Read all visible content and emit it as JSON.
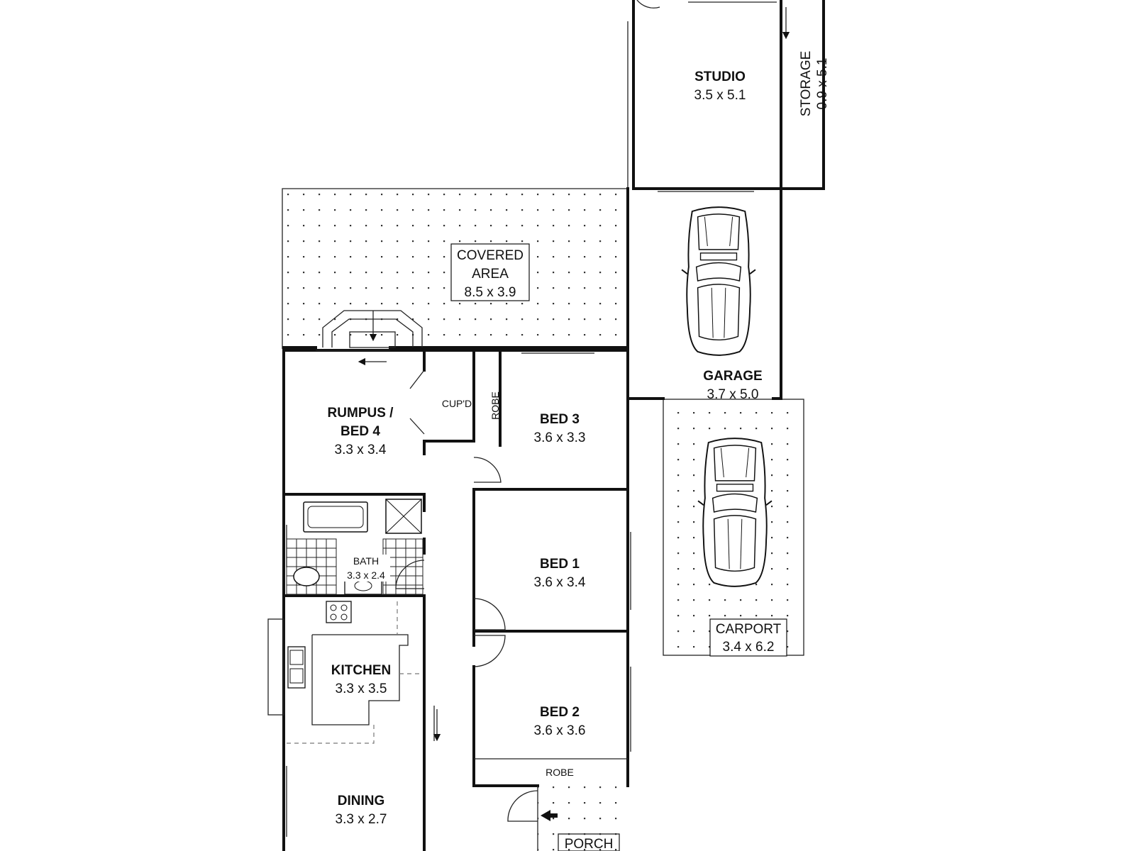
{
  "rooms": {
    "studio": {
      "name": "STUDIO",
      "dims": "3.5 x 5.1"
    },
    "storage": {
      "name": "STORAGE",
      "dims": "0.9 x 5.1"
    },
    "covered": {
      "line1": "COVERED",
      "line2": "AREA",
      "dims": "8.5 x 3.9"
    },
    "garage": {
      "name": "GARAGE",
      "dims": "3.7 x 5.0"
    },
    "rumpus": {
      "line1": "RUMPUS /",
      "line2": "BED 4",
      "dims": "3.3 x 3.4"
    },
    "cupd": {
      "name": "CUP'D"
    },
    "robe3": {
      "name": "ROBE"
    },
    "bed3": {
      "name": "BED 3",
      "dims": "3.6 x 3.3"
    },
    "bath": {
      "name": "BATH",
      "dims": "3.3 x 2.4"
    },
    "bed1": {
      "name": "BED 1",
      "dims": "3.6 x 3.4"
    },
    "carport": {
      "name": "CARPORT",
      "dims": "3.4 x 6.2"
    },
    "kitchen": {
      "name": "KITCHEN",
      "dims": "3.3 x 3.5"
    },
    "bed2": {
      "name": "BED 2",
      "dims": "3.6 x 3.6"
    },
    "robe2": {
      "name": "ROBE"
    },
    "dining": {
      "name": "DINING",
      "dims": "3.3 x 2.7"
    },
    "porch": {
      "name": "PORCH"
    }
  },
  "icons": [
    "car-icon",
    "bathtub-icon",
    "shower-icon",
    "toilet-icon",
    "basin-icon",
    "cooktop-icon",
    "sink-icon",
    "door-swing-icon",
    "entry-arrow-icon"
  ],
  "colors": {
    "wall": "#111111",
    "background": "#ffffff"
  }
}
